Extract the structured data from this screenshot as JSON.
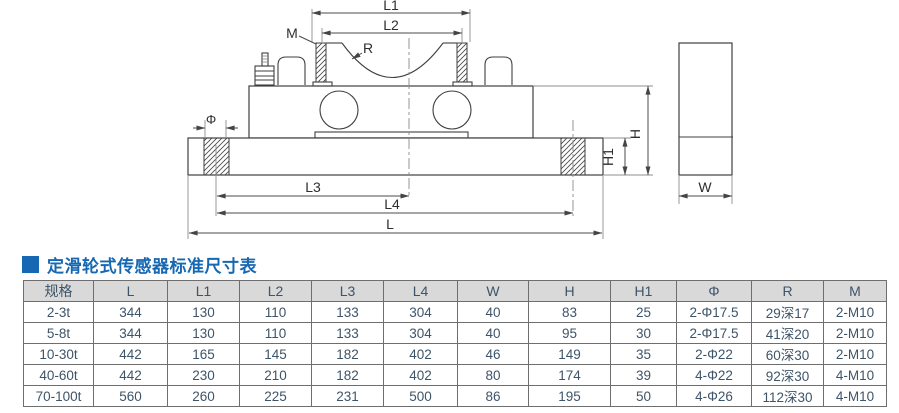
{
  "title": {
    "text": "定滑轮式传感器标准尺寸表"
  },
  "colors": {
    "accent_blue": "#1668b2",
    "table_text": "#3e5469",
    "header_bg": "#d9d9d9",
    "line": "#3f3f3f"
  },
  "diagram": {
    "labels": {
      "l1": "L1",
      "l2": "L2",
      "l3": "L3",
      "l4": "L4",
      "l": "L",
      "m": "M",
      "r": "R",
      "phi": "Φ",
      "h": "H",
      "h1": "H1",
      "w": "W"
    }
  },
  "table": {
    "columns": [
      "规格",
      "L",
      "L1",
      "L2",
      "L3",
      "L4",
      "W",
      "H",
      "H1",
      "Φ",
      "R",
      "M"
    ],
    "rows": [
      [
        "2-3t",
        "344",
        "130",
        "110",
        "133",
        "304",
        "40",
        "83",
        "25",
        "2-Φ17.5",
        "29深17",
        "2-M10"
      ],
      [
        "5-8t",
        "344",
        "130",
        "110",
        "133",
        "304",
        "40",
        "95",
        "30",
        "2-Φ17.5",
        "41深20",
        "2-M10"
      ],
      [
        "10-30t",
        "442",
        "165",
        "145",
        "182",
        "402",
        "46",
        "149",
        "35",
        "2-Φ22",
        "60深30",
        "2-M10"
      ],
      [
        "40-60t",
        "442",
        "230",
        "210",
        "182",
        "402",
        "80",
        "174",
        "39",
        "4-Φ22",
        "92深30",
        "4-M10"
      ],
      [
        "70-100t",
        "560",
        "260",
        "225",
        "231",
        "500",
        "86",
        "195",
        "50",
        "4-Φ26",
        "112深30",
        "4-M10"
      ]
    ]
  }
}
